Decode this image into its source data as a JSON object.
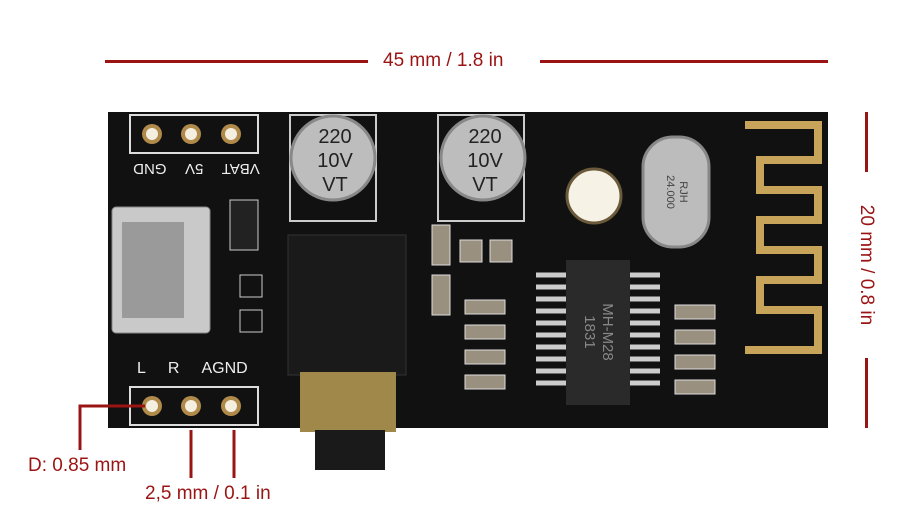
{
  "dimensions": {
    "length": "45 mm / 1.8 in",
    "width": "20 mm / 0.8 in",
    "hole_diameter": "D: 0.85 mm",
    "pin_pitch": "2,5 mm / 0.1 in"
  },
  "board": {
    "top_header_labels": [
      "GND",
      "5V",
      "VBAT"
    ],
    "bottom_header_labels": [
      "L",
      "R",
      "AGND"
    ],
    "capacitor_1": [
      "220",
      "10V",
      "VT"
    ],
    "capacitor_2": [
      "220",
      "10V",
      "VT"
    ],
    "crystal": [
      "RJH",
      "24.000"
    ],
    "chip": [
      "MH-M28",
      "1831"
    ]
  },
  "colors": {
    "annotation": "#9b1414",
    "pcb": "#111111",
    "gold": "#c8a45a"
  }
}
